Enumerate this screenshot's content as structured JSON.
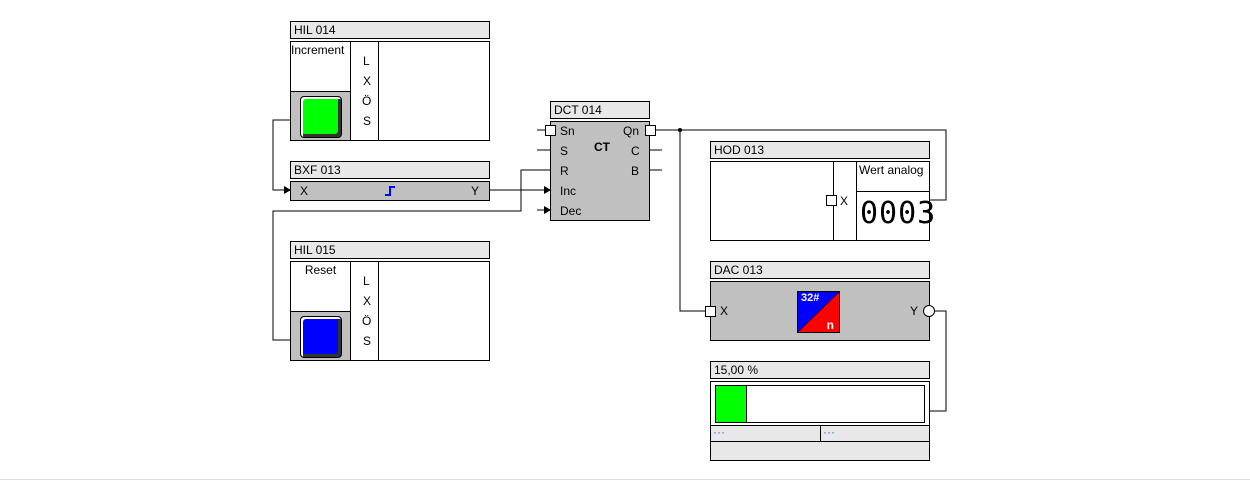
{
  "blocks": {
    "hil014": {
      "title": "HIL  014",
      "label": "Increment",
      "pins": [
        "L",
        "X",
        "Ö",
        "S"
      ],
      "button_color": "#00ff00"
    },
    "bxf013": {
      "title": "BXF  013",
      "in": "X",
      "out": "Y"
    },
    "hil015": {
      "title": "HIL  015",
      "label": "Reset",
      "pins": [
        "L",
        "X",
        "Ö",
        "S"
      ],
      "button_color": "#0000ff"
    },
    "dct014": {
      "title": "DCT  014",
      "function": "CT",
      "inputs": [
        "Sn",
        "S",
        "R",
        "Inc",
        "Dec"
      ],
      "outputs": [
        "Qn",
        "C",
        "B"
      ]
    },
    "hod013": {
      "title": "HOD  013",
      "label": "Wert analog",
      "pin": "X",
      "display": "0003"
    },
    "dac013": {
      "title": "DAC  013",
      "in": "X",
      "out": "Y",
      "icon_top": "32#",
      "icon_bottom": "n"
    },
    "bar": {
      "title": "15,00 %",
      "percent": 15,
      "cell1": "···",
      "cell2": "···",
      "fill_color": "#00ff00"
    }
  },
  "dots": "···"
}
